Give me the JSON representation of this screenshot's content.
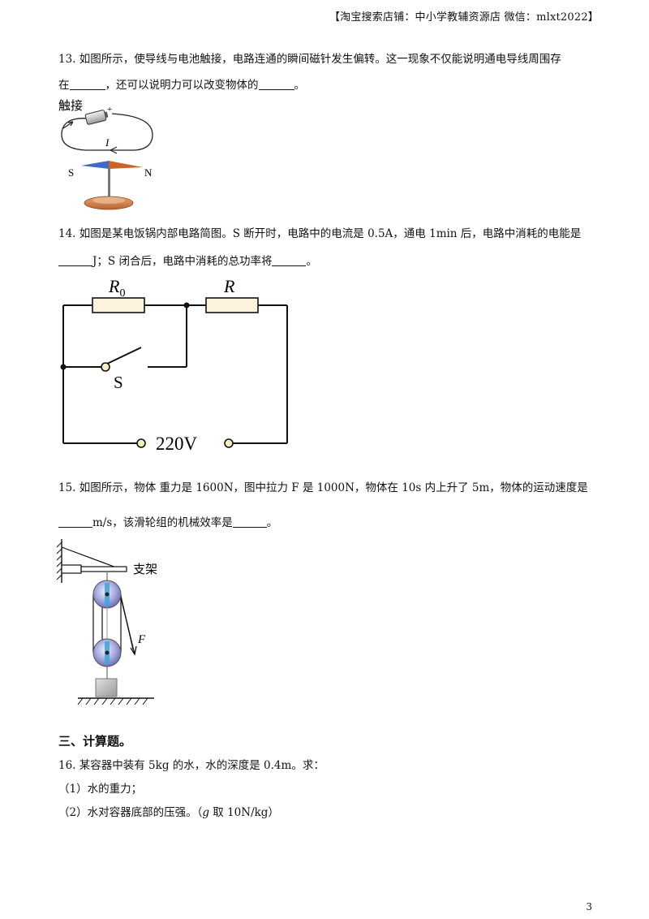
{
  "header": "【淘宝搜索店铺：中小学教辅资源店  微信：mlxt2022】",
  "q13": {
    "line1": "13. 如图所示，使导线与电池触接，电路连通的瞬间磁针发生偏转。这一现象不仅能说明通电导线周围存",
    "line2_a": "在",
    "line2_b": "，还可以说明力可以改变物体的",
    "line2_c": "。",
    "fig_label_touch": "触接",
    "fig_label_plus": "+",
    "fig_label_I": "I",
    "fig_label_S": "S",
    "fig_label_N": "N"
  },
  "q14": {
    "line1": "14. 如图是某电饭锅内部电路简图。S 断开时，电路中的电流是 0.5A，通电 1min 后，电路中消耗的电能是",
    "line2_a": "J；S 闭合后，电路中消耗的总功率将",
    "line2_b": "。",
    "fig_R0": "R",
    "fig_R0_sub": "0",
    "fig_R": "R",
    "fig_S": "S",
    "fig_V": "220V"
  },
  "q15": {
    "line1": "15. 如图所示，物体   重力是 1600N，图中拉力 F 是 1000N，物体在 10s 内上升了 5m，物体的运动速度是",
    "line2_a": "m/s，该滑轮组的机械效率是",
    "line2_b": "。",
    "fig_bracket": "支架",
    "fig_F": "F"
  },
  "section3": "三、计算题。",
  "q16": {
    "line1": "16. 某容器中装有 5kg 的水，水的深度是 0.4m。求：",
    "line2": "（1）水的重力；",
    "line3_a": "（2）水对容器底部的压强。（",
    "line3_g": "g",
    "line3_b": " 取 10N/kg）"
  },
  "page_number": "3"
}
